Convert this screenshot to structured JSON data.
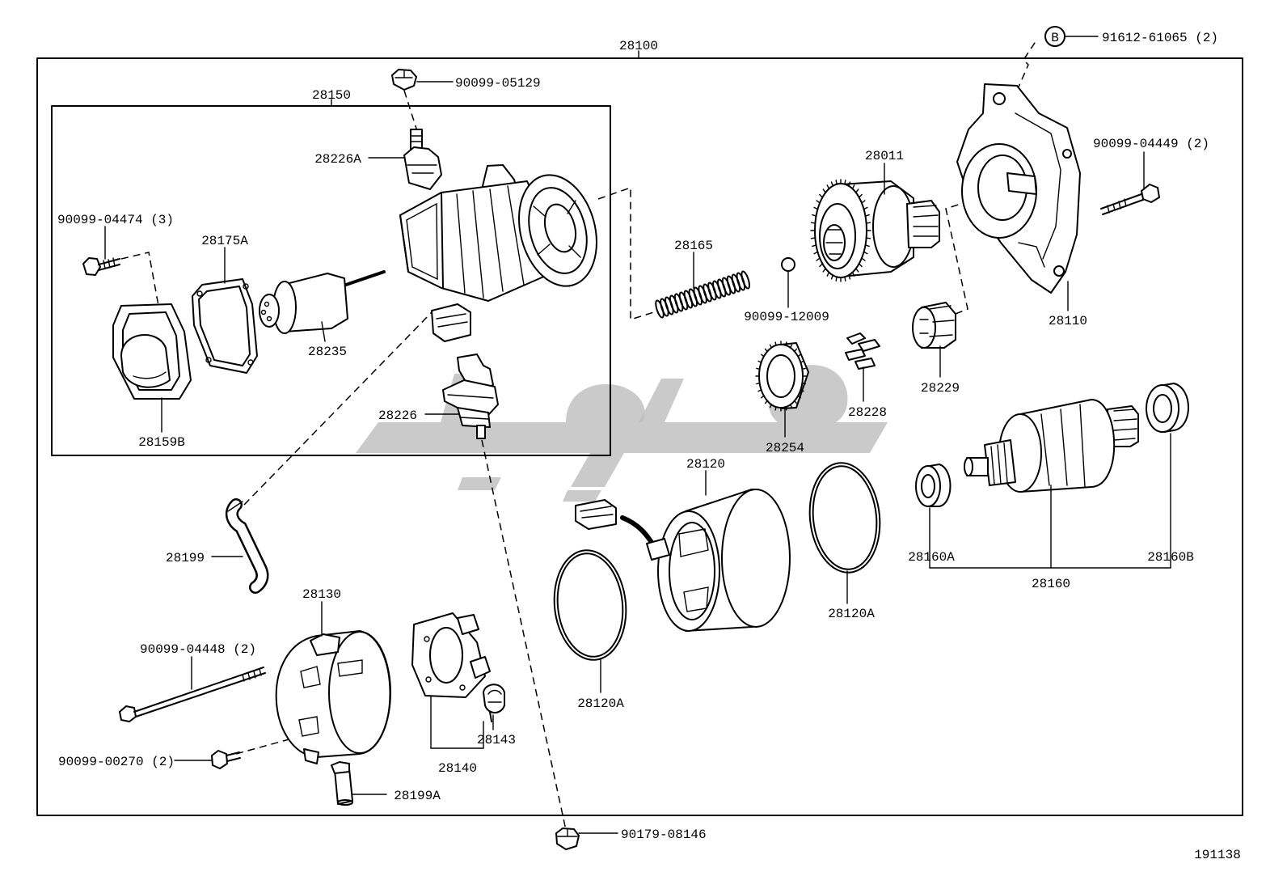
{
  "labels": {
    "p28100": "28100",
    "ref_b": "B",
    "bolt_91612": "91612-61065 (2)",
    "nut_90099_05129": "90099-05129",
    "p28150": "28150",
    "p28226A": "28226A",
    "bolt_90099_04474": "90099-04474 (3)",
    "p28175A": "28175A",
    "p28235": "28235",
    "p28159B": "28159B",
    "p28226": "28226",
    "p28165": "28165",
    "ball_90099_12009": "90099-12009",
    "p28011": "28011",
    "bolt_90099_04449": "90099-04449 (2)",
    "p28110": "28110",
    "p28229": "28229",
    "p28228": "28228",
    "p28254": "28254",
    "p28120": "28120",
    "p28160A": "28160A",
    "p28160B": "28160B",
    "p28160": "28160",
    "p28120A_right": "28120A",
    "p28120A_left": "28120A",
    "p28199": "28199",
    "p28130": "28130",
    "bolt_90099_04448": "90099-04448 (2)",
    "p28143": "28143",
    "p28140": "28140",
    "screw_90099_00270": "90099-00270 (2)",
    "p28199A": "28199A",
    "nut_90179_08146": "90179-08146",
    "figure_number": "191138"
  },
  "colors": {
    "line": "#000000",
    "background": "#ffffff",
    "watermark": "#bdbdbd"
  }
}
